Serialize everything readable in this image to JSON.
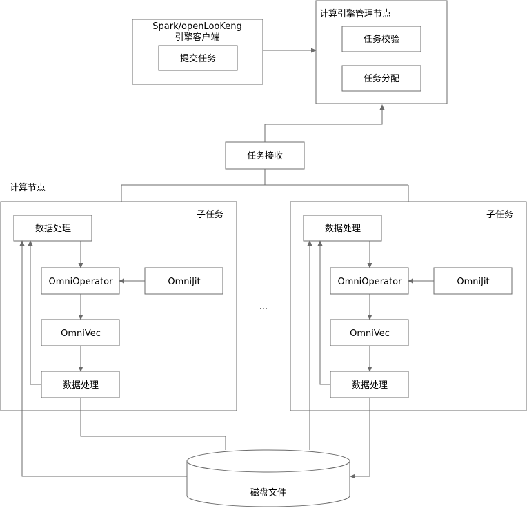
{
  "client": {
    "title_line1": "Spark/openLooKeng",
    "title_line2": "引擎客户端",
    "submit_task": "提交任务"
  },
  "manager": {
    "title": "计算引擎管理节点",
    "task_validation": "任务校验",
    "task_assignment": "任务分配"
  },
  "task_receive": "任务接收",
  "compute_node_label": "计算节点",
  "ellipsis": "...",
  "subtasks": [
    {
      "title": "子任务",
      "data_processing_top": "数据处理",
      "omni_operator": "OmniOperator",
      "omni_jit": "OmniJit",
      "omni_vec": "OmniVec",
      "data_processing_bottom": "数据处理"
    },
    {
      "title": "子任务",
      "data_processing_top": "数据处理",
      "omni_operator": "OmniOperator",
      "omni_jit": "OmniJit",
      "omni_vec": "OmniVec",
      "data_processing_bottom": "数据处理"
    }
  ],
  "disk": {
    "label": "磁盘文件"
  }
}
